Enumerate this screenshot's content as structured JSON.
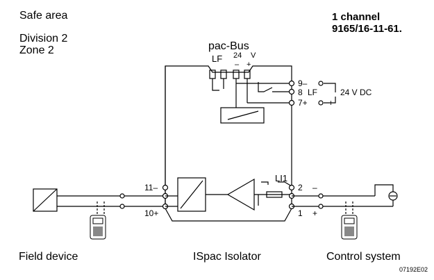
{
  "labels": {
    "safe_area": "Safe area",
    "division": "Division 2",
    "zone": "Zone 2",
    "channel_line1": "1 channel",
    "channel_line2": "9165/16-11-61.",
    "pac_bus": "pac-Bus",
    "field_device": "Field device",
    "isolator": "ISpac Isolator",
    "control_system": "Control system",
    "drawing_code": "07192E02"
  },
  "bus_pins": {
    "lf": "LF",
    "v24": "24",
    "v": "V",
    "minus": "–",
    "plus": "+"
  },
  "terminals": {
    "t9": "9–",
    "t8": "8",
    "t8_lf": "LF",
    "t7": "7+",
    "t11": "11–",
    "t10": "10+",
    "t2": "2",
    "t2_sign": "–",
    "t1": "1",
    "t1_sign": "+"
  },
  "supply": {
    "minus": "–",
    "plus": "+",
    "voltage": "24  V  DC"
  },
  "component": {
    "li1": "LI1"
  }
}
